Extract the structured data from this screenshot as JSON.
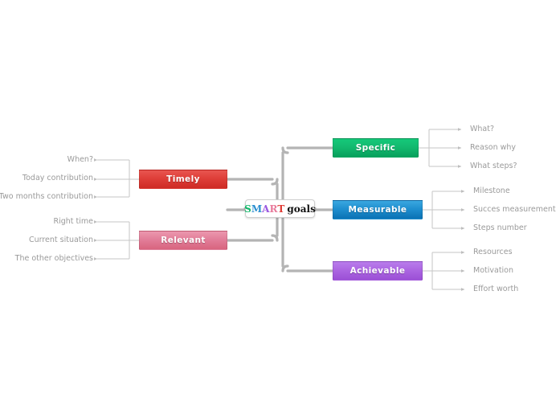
{
  "diagram": {
    "type": "mind-map",
    "background": "#ffffff",
    "central": {
      "text": "SMART goals",
      "letters": [
        {
          "char": "S",
          "color": "#12b76a"
        },
        {
          "char": "M",
          "color": "#2a8fd0"
        },
        {
          "char": "A",
          "color": "#9b59e0"
        },
        {
          "char": "R",
          "color": "#e8799a"
        },
        {
          "char": "T",
          "color": "#e03b34"
        }
      ],
      "suffix": "goals"
    },
    "branches": [
      {
        "id": "specific",
        "label": "Specific",
        "color": "#0fa863",
        "side": "right",
        "children": [
          "What?",
          "Reason why",
          "What steps?"
        ]
      },
      {
        "id": "measurable",
        "label": "Measurable",
        "color": "#1f8fcf",
        "side": "right",
        "children": [
          "Milestone",
          "Succes measurement",
          "Steps number"
        ]
      },
      {
        "id": "achievable",
        "label": "Achievable",
        "color": "#a65fdb",
        "side": "right",
        "children": [
          "Resources",
          "Motivation",
          "Effort worth"
        ]
      },
      {
        "id": "timely",
        "label": "Timely",
        "color": "#d93b34",
        "side": "left",
        "children": [
          "When?",
          "Today contribution",
          "Two months contribution"
        ]
      },
      {
        "id": "relevant",
        "label": "Relevant",
        "color": "#de7f99",
        "side": "left",
        "children": [
          "Right time",
          "Current situation",
          "The other objectives"
        ]
      }
    ],
    "connector_colors": {
      "trunk": "#b4b4b4",
      "twig": "#c3c3c3"
    }
  }
}
